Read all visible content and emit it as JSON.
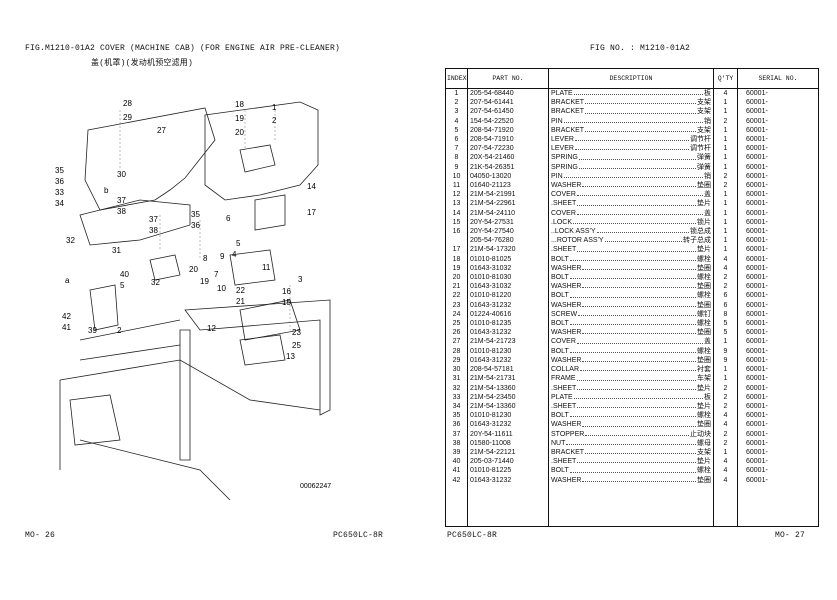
{
  "left_page": {
    "fig_title": "FIG.M1210-01A2    COVER (MACHINE CAB) (FOR ENGINE AIR PRE-CLEANER)",
    "fig_title_cn": "盖(机罩)(发动机预空滤用)",
    "drawing_number": "00062247",
    "footer_page": "MO-  26",
    "footer_model": "PC650LC-8R",
    "callouts": [
      "28",
      "29",
      "27",
      "18",
      "19",
      "20",
      "1",
      "2",
      "35",
      "36",
      "33",
      "34",
      "30",
      "b",
      "37",
      "38",
      "32",
      "31",
      "14",
      "17",
      "6",
      "5",
      "4",
      "37",
      "38",
      "35",
      "36",
      "9",
      "8",
      "20",
      "19",
      "7",
      "22",
      "21",
      "10",
      "11",
      "3",
      "16",
      "15",
      "12",
      "23",
      "25",
      "13",
      "40",
      "5",
      "a",
      "42",
      "41",
      "39",
      "2",
      "32"
    ]
  },
  "right_page": {
    "fig_no": "FIG NO.  : M1210-01A2",
    "footer_model": "PC650LC-8R",
    "footer_page": "MO-  27",
    "columns": [
      "INDEX",
      "PART  NO.",
      "DESCRIPTION",
      "Q'TY",
      "SERIAL NO."
    ],
    "rows": [
      {
        "index": "1",
        "part": "205-54-68440",
        "desc": "PLATE",
        "cn": "板",
        "qty": "4",
        "serial": "60001-"
      },
      {
        "index": "2",
        "part": "207-54-61441",
        "desc": "BRACKET",
        "cn": "支架",
        "qty": "1",
        "serial": "60001-"
      },
      {
        "index": "3",
        "part": "207-54-61450",
        "desc": "BRACKET",
        "cn": "支架",
        "qty": "1",
        "serial": "60001-"
      },
      {
        "index": "4",
        "part": "154-54-22520",
        "desc": "PIN",
        "cn": "销",
        "qty": "2",
        "serial": "60001-"
      },
      {
        "index": "5",
        "part": "208-54-71920",
        "desc": "BRACKET",
        "cn": "支架",
        "qty": "1",
        "serial": "60001-"
      },
      {
        "index": "6",
        "part": "208-54-71910",
        "desc": "LEVER",
        "cn": "调节杆",
        "qty": "1",
        "serial": "60001-"
      },
      {
        "index": "7",
        "part": "207-54-72230",
        "desc": "LEVER",
        "cn": "调节杆",
        "qty": "1",
        "serial": "60001-"
      },
      {
        "index": "8",
        "part": "20X-54-21460",
        "desc": "SPRING",
        "cn": "弹簧",
        "qty": "1",
        "serial": "60001-"
      },
      {
        "index": "9",
        "part": "21K-54-26351",
        "desc": "SPRING",
        "cn": "弹簧",
        "qty": "1",
        "serial": "60001-"
      },
      {
        "index": "10",
        "part": "04050-13020",
        "desc": "PIN",
        "cn": "销",
        "qty": "2",
        "serial": "60001-"
      },
      {
        "index": "11",
        "part": "01640-21123",
        "desc": "WASHER",
        "cn": "垫圈",
        "qty": "2",
        "serial": "60001-"
      },
      {
        "index": "12",
        "part": "21M-54-21991",
        "desc": "COVER",
        "cn": "盖",
        "qty": "1",
        "serial": "60001-"
      },
      {
        "index": "13",
        "part": "21M-54-22961",
        "desc": ".SHEET",
        "cn": "垫片",
        "qty": "1",
        "serial": "60001-"
      },
      {
        "index": "14",
        "part": "21M-54-24110",
        "desc": "COVER",
        "cn": "盖",
        "qty": "1",
        "serial": "60001-"
      },
      {
        "index": "15",
        "part": "20Y-54-27531",
        "desc": ".LOCK",
        "cn": "锁片",
        "qty": "1",
        "serial": "60001-"
      },
      {
        "index": "16",
        "part": "20Y-54-27540",
        "desc": "..LOCK ASS'Y",
        "cn": "锁总成",
        "qty": "1",
        "serial": "60001-"
      },
      {
        "index": "",
        "part": "205-54-76280",
        "desc": "...ROTOR ASS'Y",
        "cn": "转子总成",
        "qty": "1",
        "serial": "60001-"
      },
      {
        "index": "17",
        "part": "21M-54-17320",
        "desc": ".SHEET",
        "cn": "垫片",
        "qty": "1",
        "serial": "60001-"
      },
      {
        "index": "18",
        "part": "01010-81025",
        "desc": "BOLT",
        "cn": "螺栓",
        "qty": "4",
        "serial": "60001-"
      },
      {
        "index": "19",
        "part": "01643-31032",
        "desc": "WASHER",
        "cn": "垫圈",
        "qty": "4",
        "serial": "60001-"
      },
      {
        "index": "20",
        "part": "01010-81030",
        "desc": "BOLT",
        "cn": "螺栓",
        "qty": "2",
        "serial": "60001-"
      },
      {
        "index": "21",
        "part": "01643-31032",
        "desc": "WASHER",
        "cn": "垫圈",
        "qty": "2",
        "serial": "60001-"
      },
      {
        "index": "22",
        "part": "01010-81220",
        "desc": "BOLT",
        "cn": "螺栓",
        "qty": "6",
        "serial": "60001-"
      },
      {
        "index": "23",
        "part": "01643-31232",
        "desc": "WASHER",
        "cn": "垫圈",
        "qty": "6",
        "serial": "60001-"
      },
      {
        "index": "24",
        "part": "01224-40616",
        "desc": "SCREW",
        "cn": "螺钉",
        "qty": "8",
        "serial": "60001-"
      },
      {
        "index": "25",
        "part": "01010-81235",
        "desc": "BOLT",
        "cn": "螺栓",
        "qty": "5",
        "serial": "60001-"
      },
      {
        "index": "26",
        "part": "01643-31232",
        "desc": "WASHER",
        "cn": "垫圈",
        "qty": "5",
        "serial": "60001-"
      },
      {
        "index": "27",
        "part": "21M-54-21723",
        "desc": "COVER",
        "cn": "盖",
        "qty": "1",
        "serial": "60001-"
      },
      {
        "index": "28",
        "part": "01010-81230",
        "desc": "BOLT",
        "cn": "螺栓",
        "qty": "9",
        "serial": "60001-"
      },
      {
        "index": "29",
        "part": "01643-31232",
        "desc": "WASHER",
        "cn": "垫圈",
        "qty": "9",
        "serial": "60001-"
      },
      {
        "index": "30",
        "part": "208-54-57181",
        "desc": "COLLAR",
        "cn": "衬套",
        "qty": "1",
        "serial": "60001-"
      },
      {
        "index": "31",
        "part": "21M-54-21731",
        "desc": "FRAME",
        "cn": "车架",
        "qty": "1",
        "serial": "60001-"
      },
      {
        "index": "32",
        "part": "21M-54-13360",
        "desc": ".SHEET",
        "cn": "垫片",
        "qty": "2",
        "serial": "60001-"
      },
      {
        "index": "33",
        "part": "21M-54-23450",
        "desc": "PLATE",
        "cn": "板",
        "qty": "2",
        "serial": "60001-"
      },
      {
        "index": "34",
        "part": "21M-54-13360",
        "desc": ".SHEET",
        "cn": "垫片",
        "qty": "2",
        "serial": "60001-"
      },
      {
        "index": "35",
        "part": "01010-81230",
        "desc": "BOLT",
        "cn": "螺栓",
        "qty": "4",
        "serial": "60001-"
      },
      {
        "index": "36",
        "part": "01643-31232",
        "desc": "WASHER",
        "cn": "垫圈",
        "qty": "4",
        "serial": "60001-"
      },
      {
        "index": "37",
        "part": "20Y-54-11611",
        "desc": "STOPPER",
        "cn": "止动块",
        "qty": "2",
        "serial": "60001-"
      },
      {
        "index": "38",
        "part": "01580-11008",
        "desc": "NUT",
        "cn": "螺母",
        "qty": "2",
        "serial": "60001-"
      },
      {
        "index": "39",
        "part": "21M-54-22121",
        "desc": "BRACKET",
        "cn": "支架",
        "qty": "1",
        "serial": "60001-"
      },
      {
        "index": "40",
        "part": "205-03-71440",
        "desc": ".SHEET",
        "cn": "垫片",
        "qty": "4",
        "serial": "60001-"
      },
      {
        "index": "41",
        "part": "01010-81225",
        "desc": "BOLT",
        "cn": "螺栓",
        "qty": "4",
        "serial": "60001-"
      },
      {
        "index": "42",
        "part": "01643-31232",
        "desc": "WASHER",
        "cn": "垫圈",
        "qty": "4",
        "serial": "60001-"
      }
    ]
  }
}
